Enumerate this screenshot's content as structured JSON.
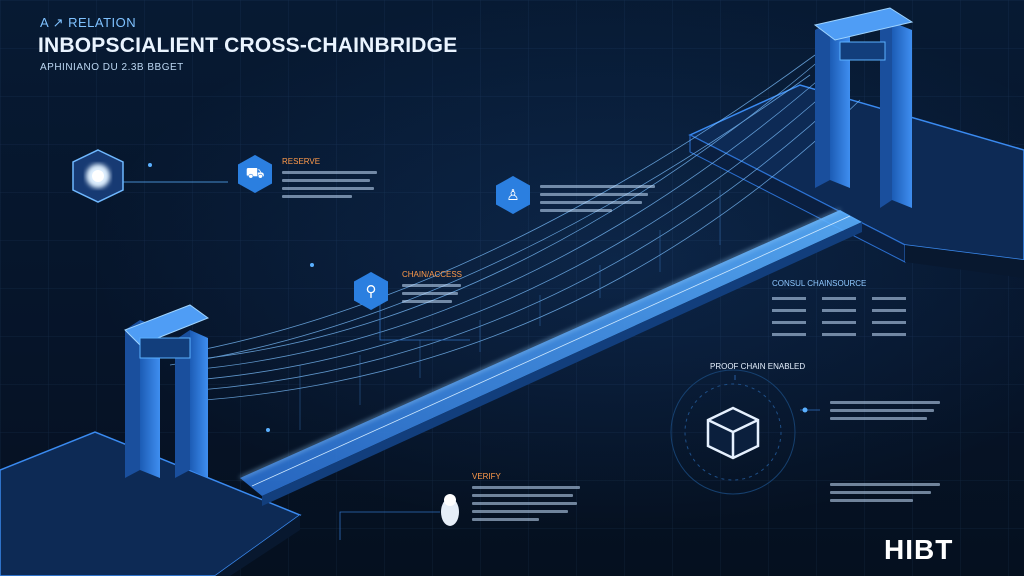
{
  "header": {
    "kicker": "A ↗ RELATION",
    "title": "INBOPSCIALIENT CROSS-CHAINBRIDGE",
    "subtitle": "APHINIANO DU 2.3B BBGET"
  },
  "callouts": {
    "a": {
      "heading": "RESERVE"
    },
    "b": {
      "heading": ""
    },
    "c": {
      "heading": "CHAIN/ACCESS"
    },
    "d": {
      "heading": "CONSUL CHAINSOURCE"
    },
    "e": {
      "heading": "PROOF CHAIN ENABLED"
    },
    "f": {
      "heading": ""
    },
    "g": {
      "heading": ""
    },
    "h": {
      "heading": "VERIFY"
    }
  },
  "brand": "HIBT",
  "colors": {
    "accent": "#2b7fe0",
    "glow": "#5ab0ff",
    "highlight": "#ff9a4a"
  }
}
